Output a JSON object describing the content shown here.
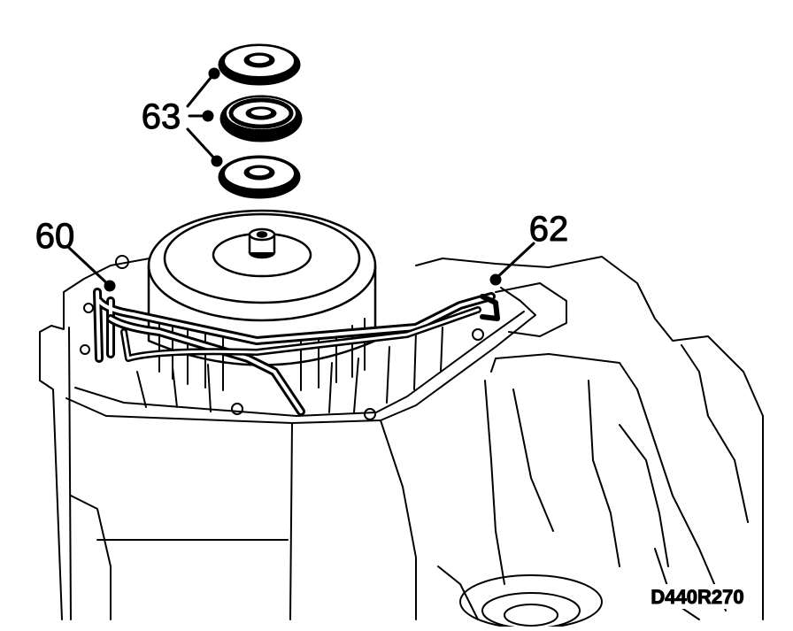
{
  "figure": {
    "callouts": [
      {
        "id": "60",
        "label": "60"
      },
      {
        "id": "62",
        "label": "62"
      },
      {
        "id": "63",
        "label": "63"
      }
    ],
    "figure_id": "D440R270"
  }
}
